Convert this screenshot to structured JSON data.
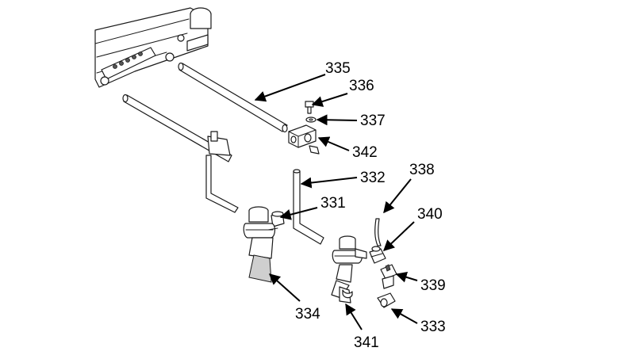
{
  "callouts": {
    "c331": "331",
    "c332": "332",
    "c333": "333",
    "c334": "334",
    "c335": "335",
    "c336": "336",
    "c337": "337",
    "c338": "338",
    "c339": "339",
    "c340": "340",
    "c341": "341",
    "c342": "342"
  },
  "colors": {
    "line": "#1a1a1a",
    "background": "#ffffff"
  }
}
